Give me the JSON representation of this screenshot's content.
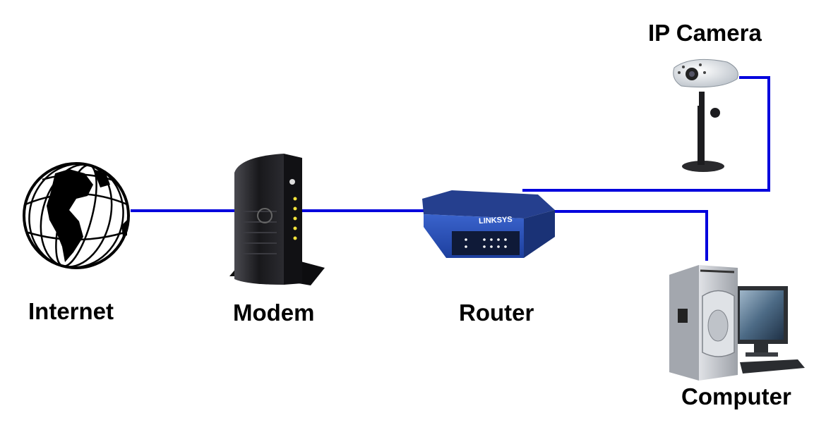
{
  "labels": {
    "internet": "Internet",
    "modem": "Modem",
    "router": "Router",
    "ip_camera": "IP Camera",
    "computer": "Computer"
  },
  "colors": {
    "connection": "#0000dd",
    "modem_body": "#1b1b1e",
    "router_body": "#2a4fb8",
    "camera_body": "#e8ecef",
    "computer_case": "#c9ccd2"
  },
  "device_text": {
    "router_brand": "LINKSYS"
  }
}
